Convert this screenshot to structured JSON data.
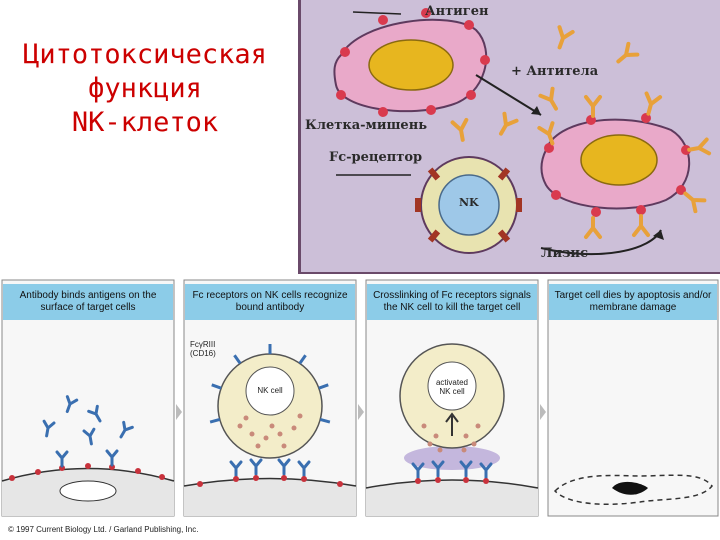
{
  "slide": {
    "title_lines": [
      "Цитотоксическая",
      "функция",
      "NK-клеток"
    ]
  },
  "top_diagram": {
    "labels": {
      "antigen": "Антиген",
      "antibodies": "+ Антитела",
      "target_cell": "Клетка-мишень",
      "fc_receptor": "Fc-рецептор",
      "nk": "NK",
      "lysis": "Лизис"
    },
    "colors": {
      "background": "#ccbfd8",
      "target_cell_body": "#e9a9c9",
      "nucleus": "#e7b61f",
      "antibody": "#e8a13a",
      "antigen_dot": "#d93a4e",
      "nk_cell_body": "#e8e3b0",
      "nk_nucleus": "#9ec8e8",
      "fc_receptor": "#a23524"
    }
  },
  "bottom_diagram": {
    "panels": [
      {
        "heading": "Antibody binds antigens on the surface of target cells"
      },
      {
        "heading": "Fc receptors on NK cells recognize bound antibody"
      },
      {
        "heading": "Crosslinking of Fc receptors signals the NK cell to kill the target cell"
      },
      {
        "heading": "Target cell dies by apoptosis and/or membrane damage"
      }
    ],
    "labels": {
      "fc_receptor_name": "FcγRIII (CD16)",
      "nk_cell": "NK cell",
      "activated_nk_cell": "activated NK cell"
    },
    "copyright": "© 1997 Current Biology Ltd. / Garland Publishing, Inc.",
    "colors": {
      "header": "#8ccce8",
      "antibody": "#3a6fb0",
      "antigen_dot": "#c8323c",
      "nk_cell": "#f3edc9",
      "granule": "#c98a7a",
      "target_cell": "#e5e5e5"
    }
  }
}
